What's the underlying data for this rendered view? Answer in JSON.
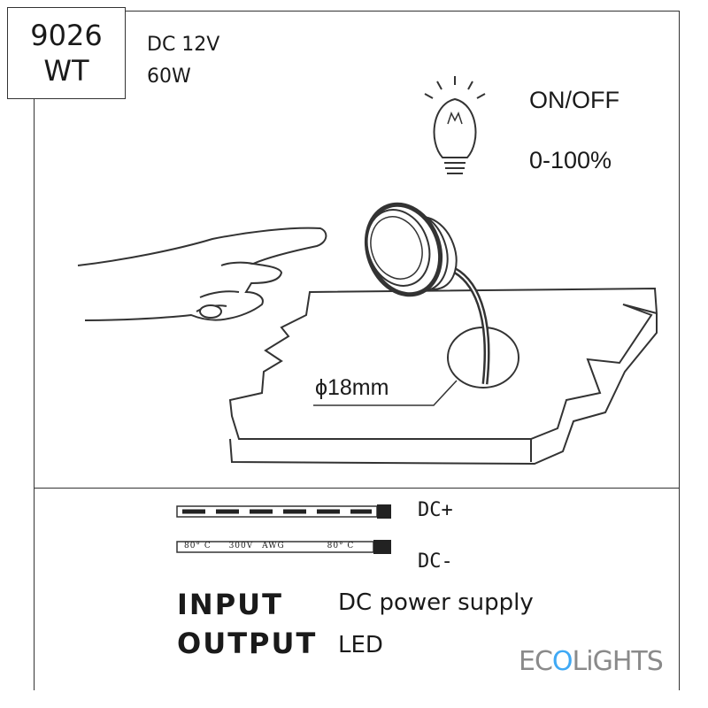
{
  "product": {
    "model": "9026",
    "variant": "WT",
    "voltage": "DC 12V",
    "power": "60W"
  },
  "controls": {
    "mode_label": "ON/OFF",
    "dimming_label": "0-100%",
    "icon": "light-bulb-icon"
  },
  "installation": {
    "hole_diameter": "ϕ18mm"
  },
  "wiring": {
    "positive_label": "DC+",
    "negative_label": "DC-",
    "cable_print": [
      "80° C",
      "300V",
      "AWG",
      "80° C"
    ]
  },
  "io": {
    "input_label": "INPUT",
    "input_value": "DC power supply",
    "output_label": "OUTPUT",
    "output_value": "LED"
  },
  "brand": {
    "logo_text": "ECOLIGHTS"
  }
}
